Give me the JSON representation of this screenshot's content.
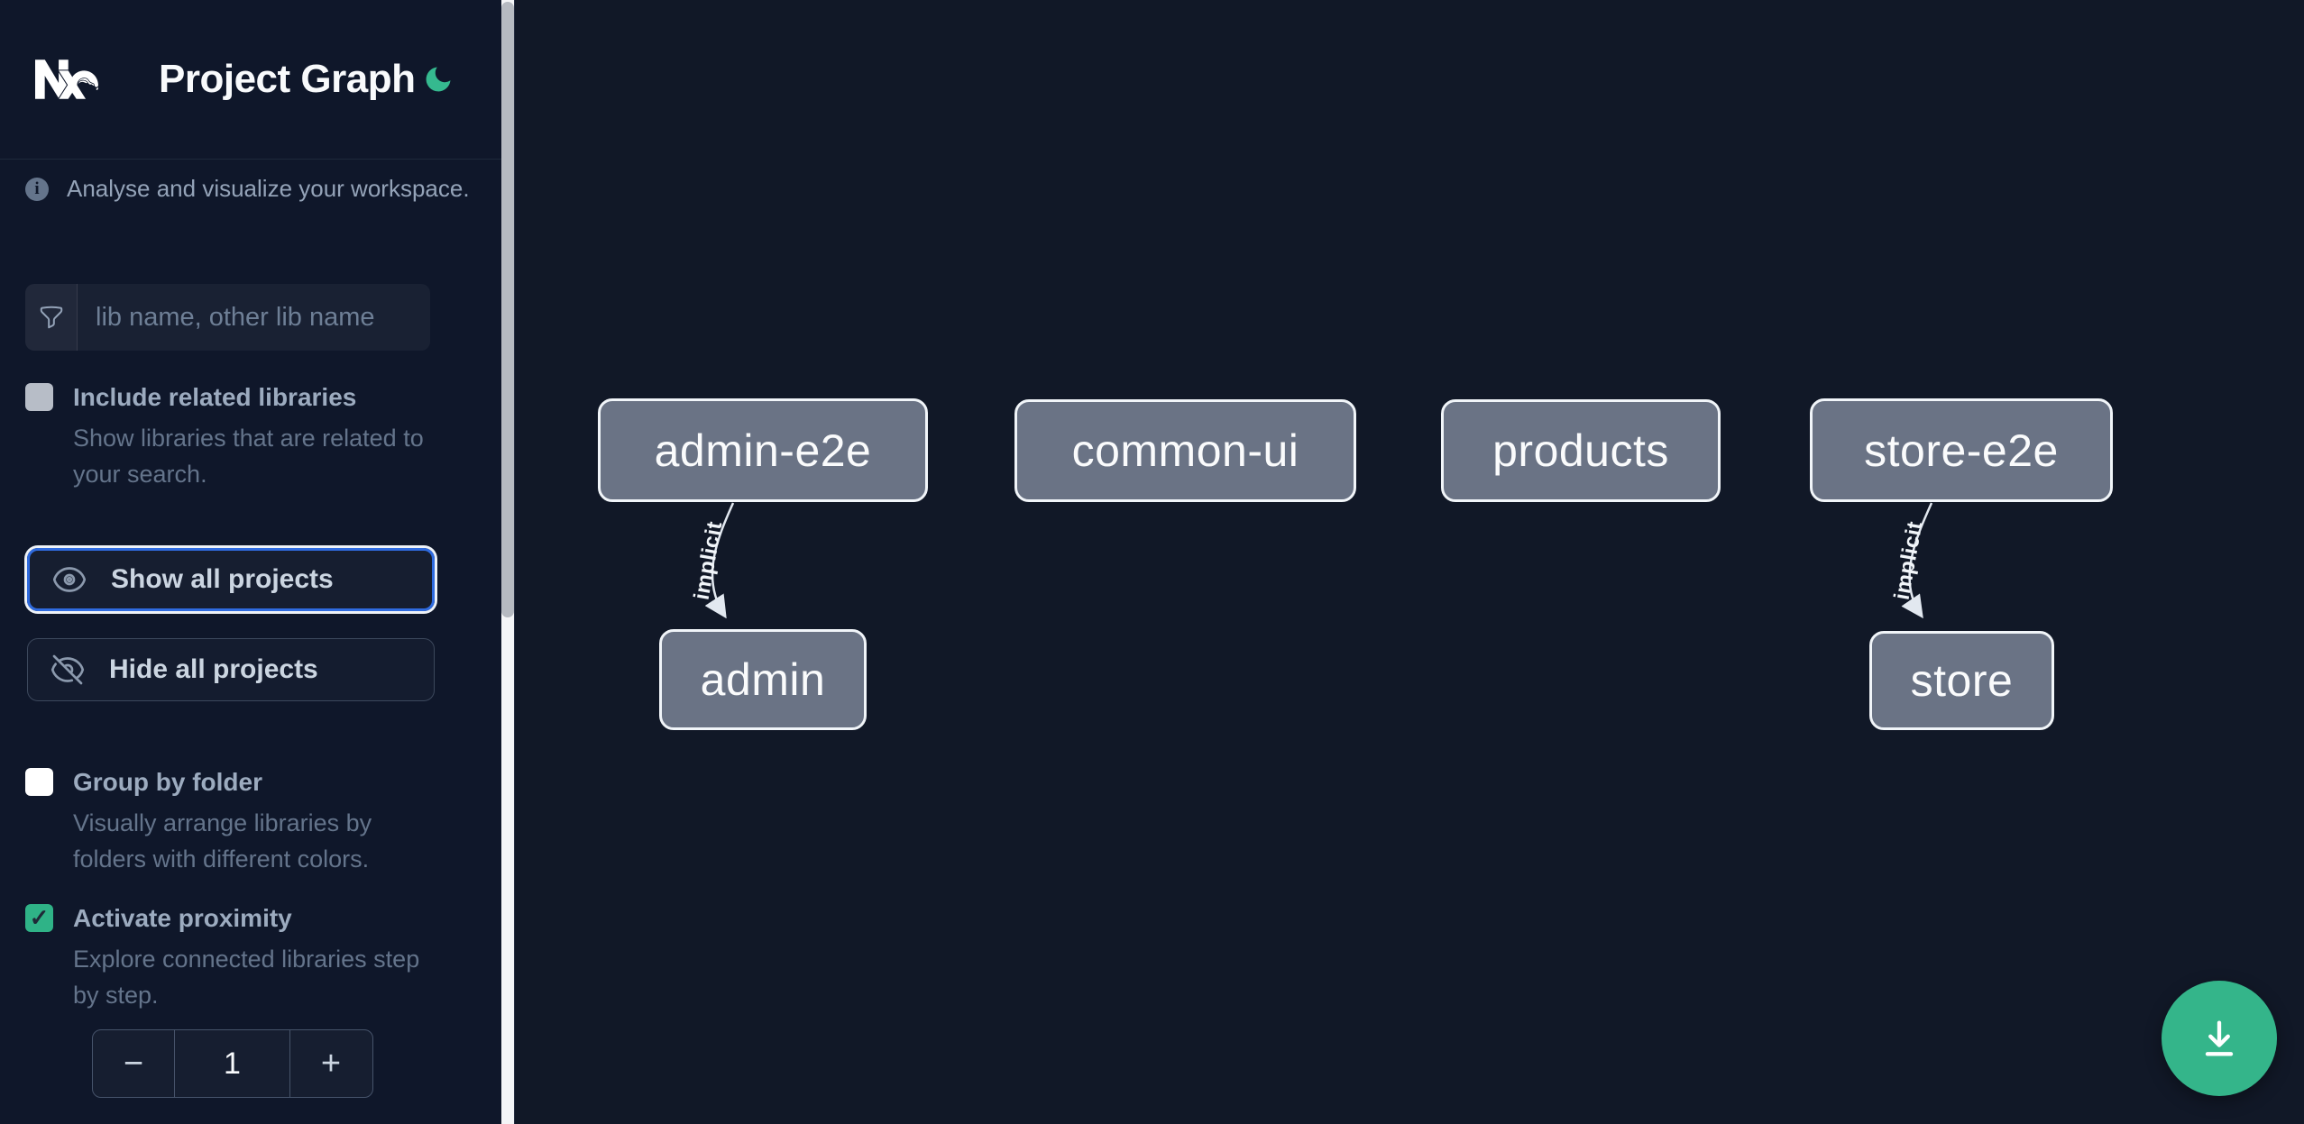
{
  "header": {
    "app_title": "Project Graph"
  },
  "sidebar": {
    "tagline": "Analyse and visualize your workspace.",
    "search": {
      "placeholder": "lib name, other lib name",
      "value": ""
    },
    "checkboxes": [
      {
        "label": "Include related libraries",
        "description": "Show libraries that are related to\nyour search.",
        "checked": false
      },
      {
        "label": "Group by folder",
        "description": "Visually arrange libraries by\nfolders with different colors.",
        "checked": false
      },
      {
        "label": "Activate proximity",
        "description": "Explore connected libraries step\nby step.",
        "checked": true
      }
    ],
    "buttons": {
      "show_all": "Show all projects",
      "hide_all": "Hide all projects"
    },
    "proximity_stepper": {
      "decrement": "−",
      "value": "1",
      "increment": "+"
    }
  },
  "graph": {
    "nodes": [
      {
        "id": "admin-e2e",
        "label": "admin-e2e"
      },
      {
        "id": "common-ui",
        "label": "common-ui"
      },
      {
        "id": "products",
        "label": "products"
      },
      {
        "id": "store-e2e",
        "label": "store-e2e"
      },
      {
        "id": "admin",
        "label": "admin"
      },
      {
        "id": "store",
        "label": "store"
      }
    ],
    "edges": [
      {
        "from": "admin-e2e",
        "to": "admin",
        "label": "implicit"
      },
      {
        "from": "store-e2e",
        "to": "store",
        "label": "implicit"
      }
    ]
  },
  "fab": {
    "icon": "download-icon"
  },
  "colors": {
    "sidebar_bg": "#0f172a",
    "canvas_bg": "#111827",
    "accent_green": "#34b58a",
    "focus_blue": "#2f6bdf",
    "node_fill": "#6a7385",
    "node_border": "#f1f5f9",
    "edge": "#e2e8f0"
  }
}
